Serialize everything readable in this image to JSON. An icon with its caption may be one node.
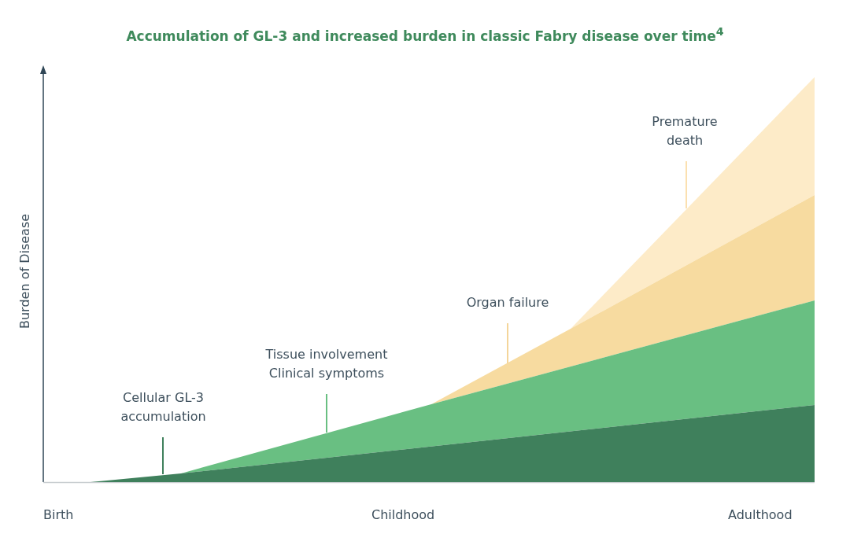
{
  "diagram": {
    "title": "Accumulation of GL-3 and increased burden in classic Fabry disease over time$^{4}$",
    "nodes": [
      {
        "text": [
          "Premature death"
        ]
      },
      {
        "text": [
          "Organ failure"
        ]
      },
      {
        "text": [
          "Tissue involvement Clinical symptoms"
        ]
      },
      {
        "text": [
          "Cellular GL-3 accumulation"
        ]
      },
      {
        "text": [],
        "shape": "area"
      },
      {
        "text": [],
        "shape": "area"
      },
      {
        "text": [],
        "shape": "area"
      },
      {
        "text": [],
        "shape": "area"
      }
    ],
    "edges": [
      {
        "from": 0,
        "to": 4,
        "arrow": "none",
        "color": "#fbe0b0"
      },
      {
        "from": 1,
        "to": 5,
        "arrow": "none",
        "color": "#f4d59a"
      },
      {
        "from": 2,
        "to": 6,
        "arrow": "none",
        "color": "#69bf82"
      },
      {
        "from": 3,
        "to": 7,
        "arrow": "none",
        "color": "#3f805c"
      }
    ],
    "labels": [
      "Burden of Disease",
      "Birth",
      "Childhood",
      "Adulthood"
    ]
  }
}
